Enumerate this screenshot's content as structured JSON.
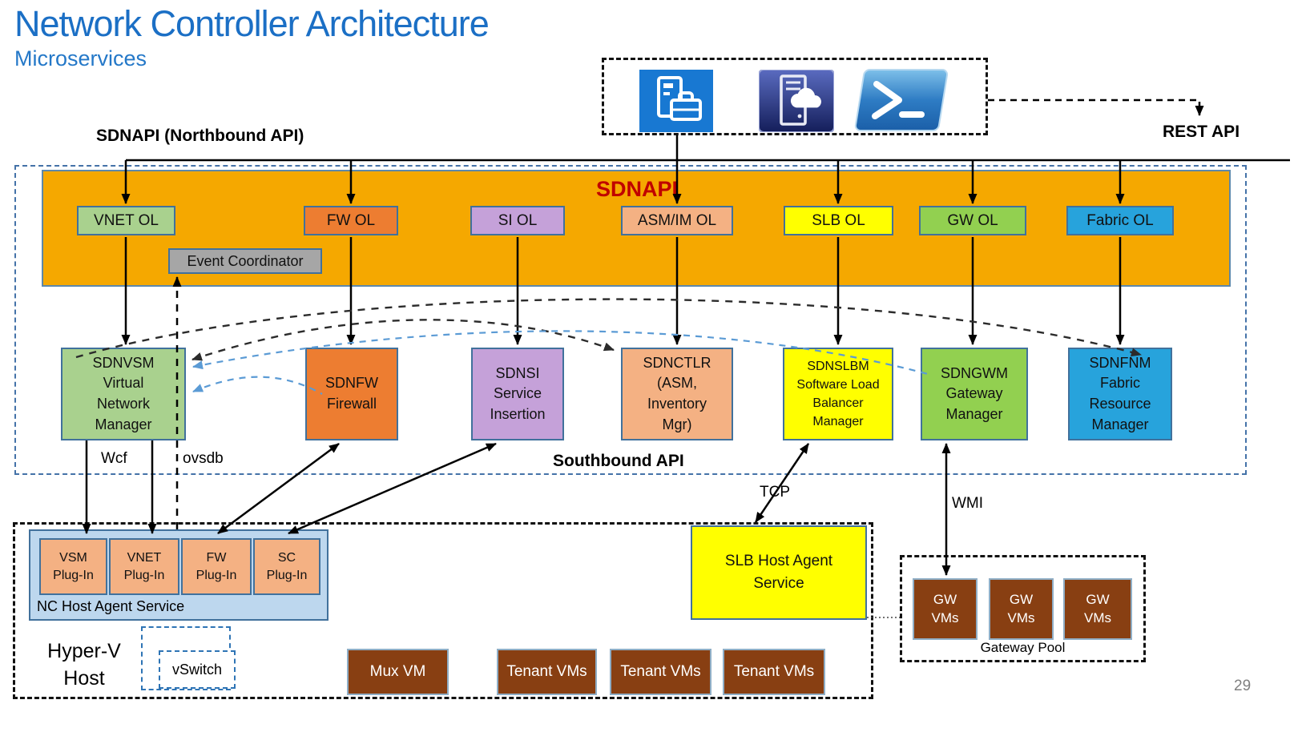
{
  "slide": {
    "title": "Network Controller Architecture",
    "subtitle": "Microservices",
    "page_number": "29"
  },
  "labels": {
    "northbound_api": "SDNAPI (Northbound API)",
    "rest_api": "REST API",
    "sdnapi": "SDNAPI",
    "southbound_api": "Southbound API",
    "event_coordinator": "Event Coordinator",
    "wcf": "Wcf",
    "ovsdb": "ovsdb",
    "tcp": "TCP",
    "wmi": "WMI",
    "nc_host_agent": "NC Host Agent Service",
    "vswitch": "vSwitch",
    "hyperv_host": "Hyper-V\nHost",
    "slb_host_agent": "SLB Host Agent\nService",
    "gateway_pool": "Gateway Pool"
  },
  "icons": {
    "toolbar": [
      "server-manager-icon",
      "cloud-server-icon",
      "powershell-icon"
    ]
  },
  "ol_boxes": [
    {
      "label": "VNET OL",
      "color": "#A9D18E"
    },
    {
      "label": "FW OL",
      "color": "#ED7D31"
    },
    {
      "label": "SI OL",
      "color": "#C5A1D9"
    },
    {
      "label": "ASM/IM OL",
      "color": "#F4B183"
    },
    {
      "label": "SLB OL",
      "color": "#FFFF00"
    },
    {
      "label": "GW OL",
      "color": "#92D050"
    },
    {
      "label": "Fabric OL",
      "color": "#27A3DC"
    }
  ],
  "service_boxes": [
    {
      "label": "SDNVSM\nVirtual\nNetwork\nManager",
      "color": "#A9D18E"
    },
    {
      "label": "SDNFW\nFirewall",
      "color": "#ED7D31"
    },
    {
      "label": "SDNSI\nService\nInsertion",
      "color": "#C5A1D9"
    },
    {
      "label": "SDNCTLR\n(ASM,\nInventory\nMgr)",
      "color": "#F4B183"
    },
    {
      "label": "SDNSLBM\nSoftware Load\nBalancer\nManager",
      "color": "#FFFF00"
    },
    {
      "label": "SDNGWM\nGateway\nManager",
      "color": "#92D050"
    },
    {
      "label": "SDNFNM\nFabric\nResource\nManager",
      "color": "#27A3DC"
    }
  ],
  "plugins": [
    {
      "label": "VSM\nPlug-In"
    },
    {
      "label": "VNET\nPlug-In"
    },
    {
      "label": "FW\nPlug-In"
    },
    {
      "label": "SC\nPlug-In"
    }
  ],
  "vms": {
    "mux": "Mux VM",
    "tenant": "Tenant VMs",
    "gw": "GW\nVMs"
  },
  "colors": {
    "title_blue": "#1B6FC5",
    "sdnapi_red": "#C00000",
    "orange_panel": "#F5A800",
    "green": "#A9D18E",
    "bright_green": "#92D050",
    "orange": "#ED7D31",
    "purple": "#C5A1D9",
    "peach": "#F4B183",
    "yellow": "#FFFF00",
    "blue": "#27A3DC",
    "gray": "#A6A6A6",
    "host_agent_blue": "#BDD7EE",
    "vm_brown": "#883F12",
    "arc_blue": "#5B9BD5",
    "dashed_box_blue": "#4472A8"
  }
}
